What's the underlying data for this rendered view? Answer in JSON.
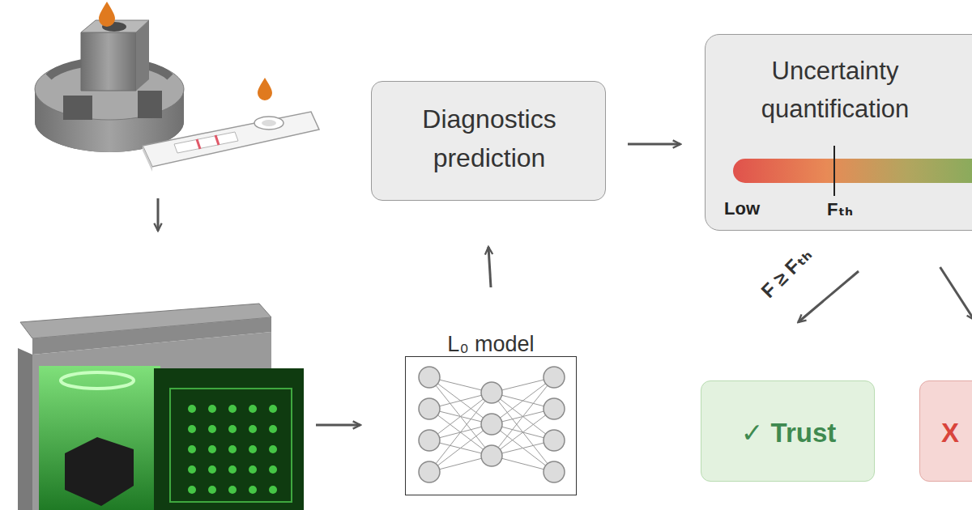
{
  "diagram": {
    "nodes": [
      {
        "text": [
          "Diagnostics prediction"
        ]
      },
      {
        "text": [
          "Uncertainty quantification",
          "Low",
          "Fₜₕ"
        ]
      },
      {
        "text": [
          "L₀ model"
        ]
      },
      {
        "text": [
          "✓ Trust"
        ]
      },
      {
        "text": [
          "X"
        ]
      }
    ],
    "edges": [
      {
        "from": 2,
        "to": 0,
        "arrow": "to"
      },
      {
        "from": 0,
        "to": 1,
        "arrow": "to"
      },
      {
        "from": 1,
        "to": 3,
        "arrow": "to",
        "label": "F ≥ Fₜₕ"
      },
      {
        "from": 1,
        "to": 4,
        "arrow": "to"
      }
    ]
  }
}
